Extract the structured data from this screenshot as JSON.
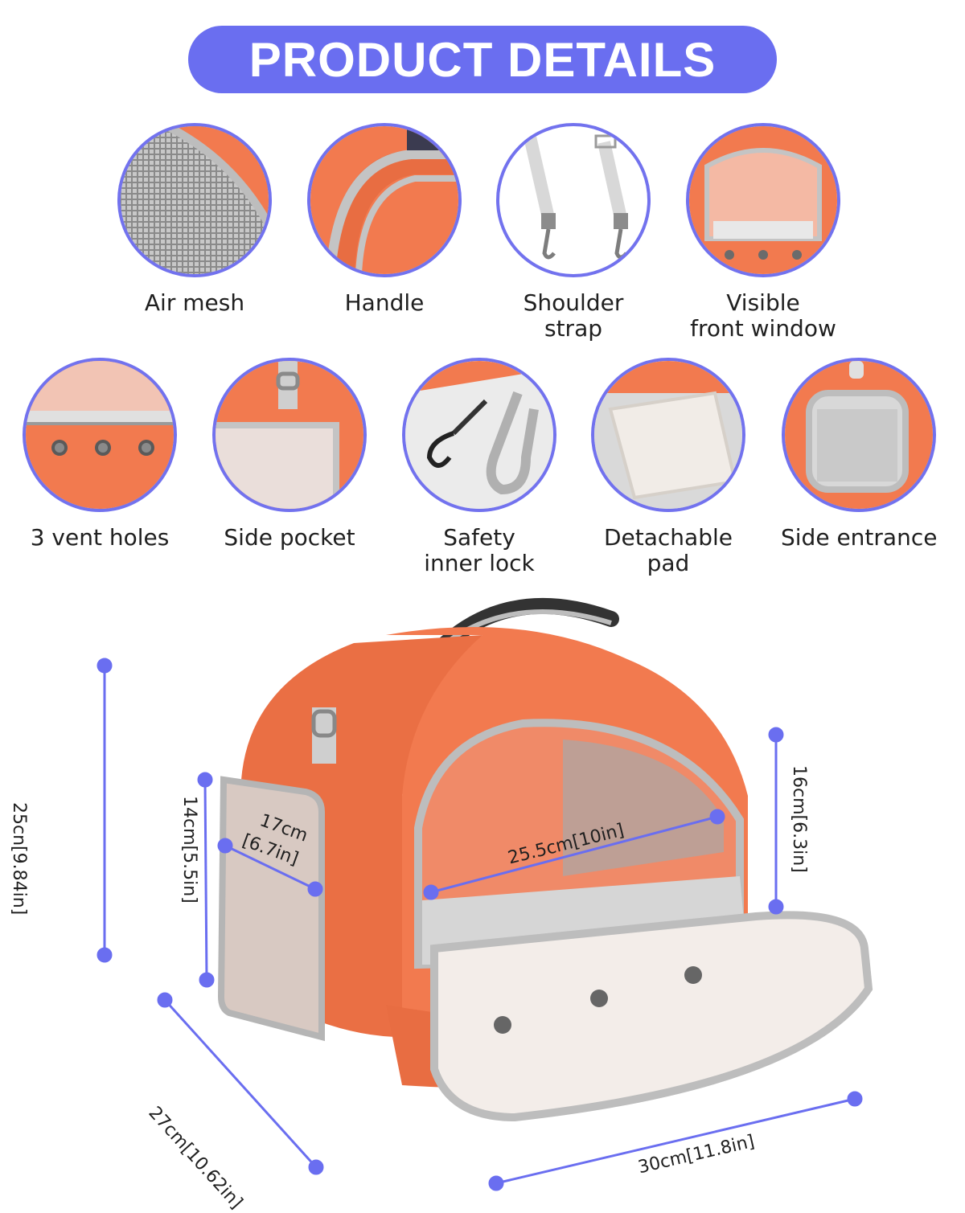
{
  "banner": {
    "title": "PRODUCT DETAILS"
  },
  "colors": {
    "accent": "#6a6ef0",
    "product_orange": "#f27a4f",
    "trim_gray": "#b9b9b9"
  },
  "features": [
    {
      "label": "Air mesh",
      "icon": "air-mesh-icon"
    },
    {
      "label": "Handle",
      "icon": "handle-icon"
    },
    {
      "label": "Shoulder\nstrap",
      "icon": "shoulder-strap-icon"
    },
    {
      "label": "Visible\nfront window",
      "icon": "front-window-icon"
    },
    {
      "label": "3 vent holes",
      "icon": "vent-holes-icon"
    },
    {
      "label": "Side pocket",
      "icon": "side-pocket-icon"
    },
    {
      "label": "Safety\ninner lock",
      "icon": "inner-lock-icon"
    },
    {
      "label": "Detachable\npad",
      "icon": "detachable-pad-icon"
    },
    {
      "label": "Side entrance",
      "icon": "side-entrance-icon"
    }
  ],
  "dimensions": {
    "height": "25cn[9.84in]",
    "side_height": "14cm[5.5in]",
    "side_width_line1": "17cm",
    "side_width_line2": "[6.7in]",
    "inner_width": "25.5cm[10in]",
    "front_height": "16cm[6.3in]",
    "depth": "27cm[10.62in]",
    "length": "30cm[11.8in]"
  }
}
